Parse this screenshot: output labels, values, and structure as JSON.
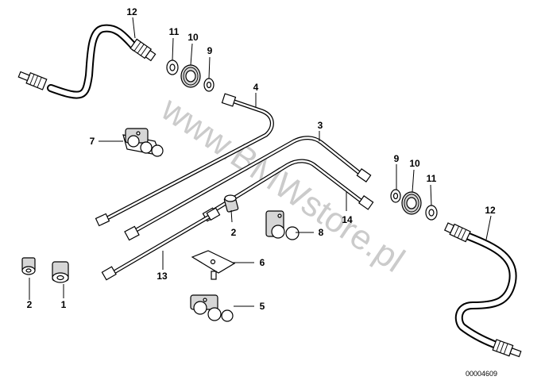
{
  "diagram": {
    "watermark": "www.BMWstore.pl",
    "drawing_number": "00004609",
    "labels": {
      "p12a": "12",
      "p11a": "11",
      "p10a": "10",
      "p9a": "9",
      "p4": "4",
      "p7": "7",
      "p3": "3",
      "p9b": "9",
      "p10b": "10",
      "p11b": "11",
      "p12b": "12",
      "p2a": "2",
      "p8": "8",
      "p14": "14",
      "p6": "6",
      "p13": "13",
      "p2b": "2",
      "p1": "1",
      "p5": "5"
    }
  }
}
